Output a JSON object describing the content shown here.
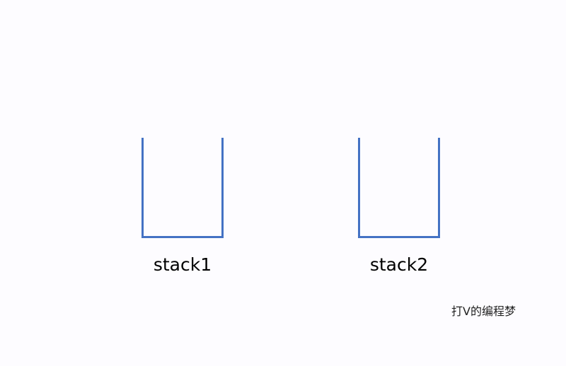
{
  "diagram": {
    "stacks": [
      {
        "label": "stack1"
      },
      {
        "label": "stack2"
      }
    ],
    "watermark": "打V的编程梦",
    "colors": {
      "stack_outline": "#4472c4",
      "background": "#fdfcff"
    }
  }
}
